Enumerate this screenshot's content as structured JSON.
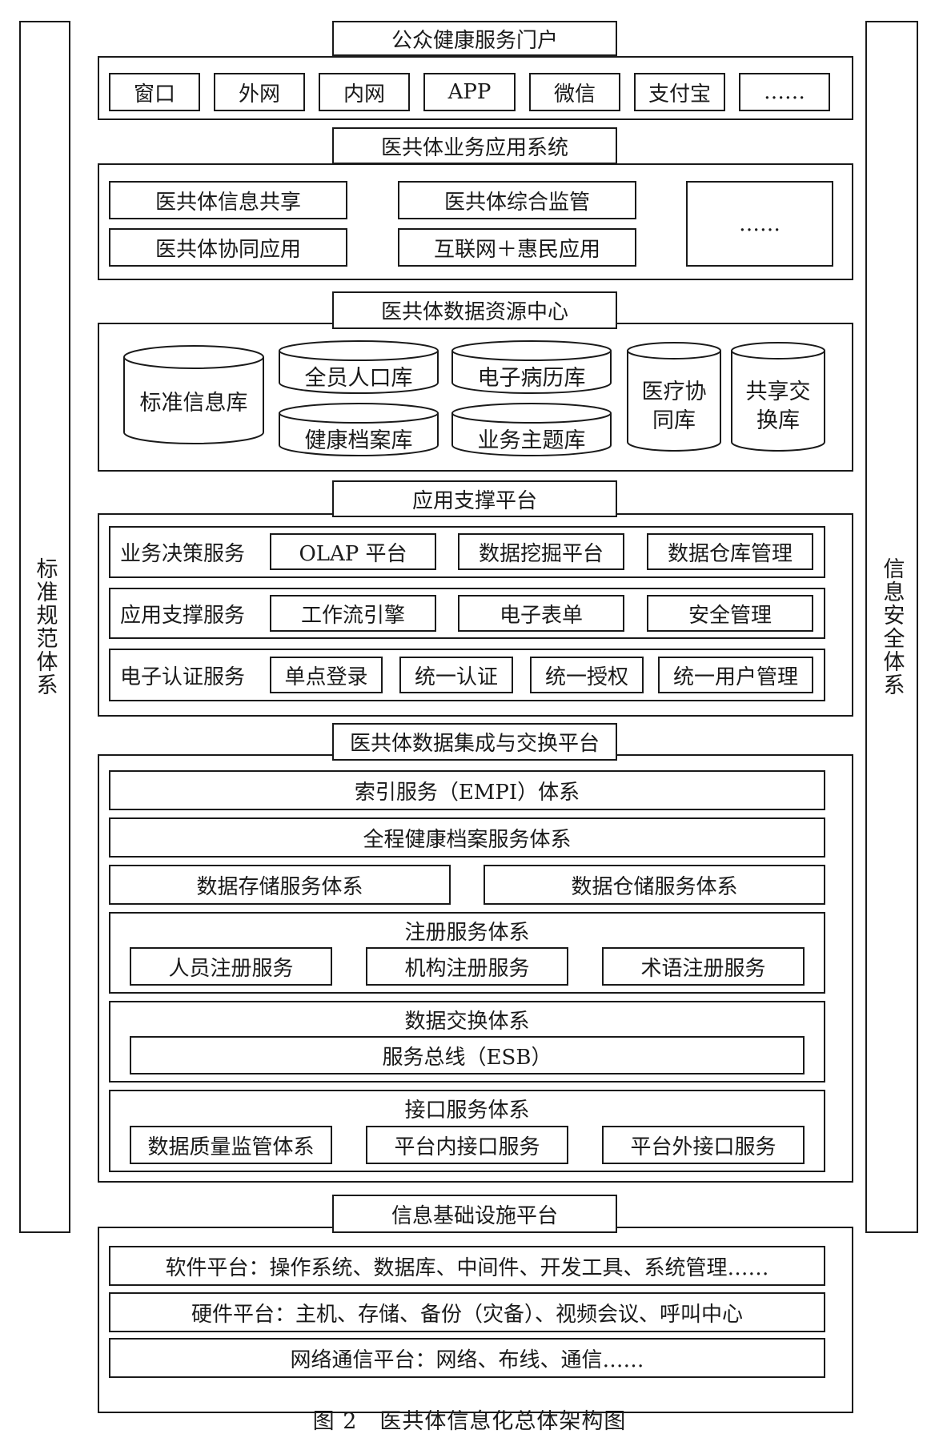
{
  "left_rail": "标准规范体系",
  "right_rail": "信息安全体系",
  "portal": {
    "title": "公众健康服务门户",
    "items": [
      "窗口",
      "外网",
      "内网",
      "APP",
      "微信",
      "支付宝",
      "……"
    ]
  },
  "business": {
    "title": "医共体业务应用系统",
    "items": [
      "医共体信息共享",
      "医共体综合监管",
      "医共体协同应用",
      "互联网＋惠民应用",
      "……"
    ]
  },
  "data_center": {
    "title": "医共体数据资源中心",
    "standard": "标准信息库",
    "population": "全员人口库",
    "emr": "电子病历库",
    "health_records": "健康档案库",
    "business_topic": "业务主题库",
    "collab_line1": "医疗协",
    "collab_line2": "同库",
    "exchange_line1": "共享交",
    "exchange_line2": "换库"
  },
  "support": {
    "title": "应用支撑平台",
    "rows": [
      {
        "label": "业务决策服务",
        "items": [
          "OLAP 平台",
          "数据挖掘平台",
          "数据仓库管理"
        ]
      },
      {
        "label": "应用支撑服务",
        "items": [
          "工作流引擎",
          "电子表单",
          "安全管理"
        ]
      },
      {
        "label": "电子认证服务",
        "items": [
          "单点登录",
          "统一认证",
          "统一授权",
          "统一用户管理"
        ]
      }
    ]
  },
  "integration": {
    "title": "医共体数据集成与交换平台",
    "empi": "索引服务（EMPI）体系",
    "health_record": "全程健康档案服务体系",
    "storage": "数据存储服务体系",
    "warehouse": "数据仓储服务体系",
    "registry": {
      "title": "注册服务体系",
      "items": [
        "人员注册服务",
        "机构注册服务",
        "术语注册服务"
      ]
    },
    "exchange": {
      "title": "数据交换体系",
      "bus": "服务总线（ESB）"
    },
    "interface": {
      "title": "接口服务体系",
      "items": [
        "数据质量监管体系",
        "平台内接口服务",
        "平台外接口服务"
      ]
    }
  },
  "infrastructure": {
    "title": "信息基础设施平台",
    "rows": [
      "软件平台：操作系统、数据库、中间件、开发工具、系统管理……",
      "硬件平台：主机、存储、备份（灾备）、视频会议、呼叫中心",
      "网络通信平台：网络、布线、通信……"
    ]
  },
  "caption": "图 2　医共体信息化总体架构图"
}
